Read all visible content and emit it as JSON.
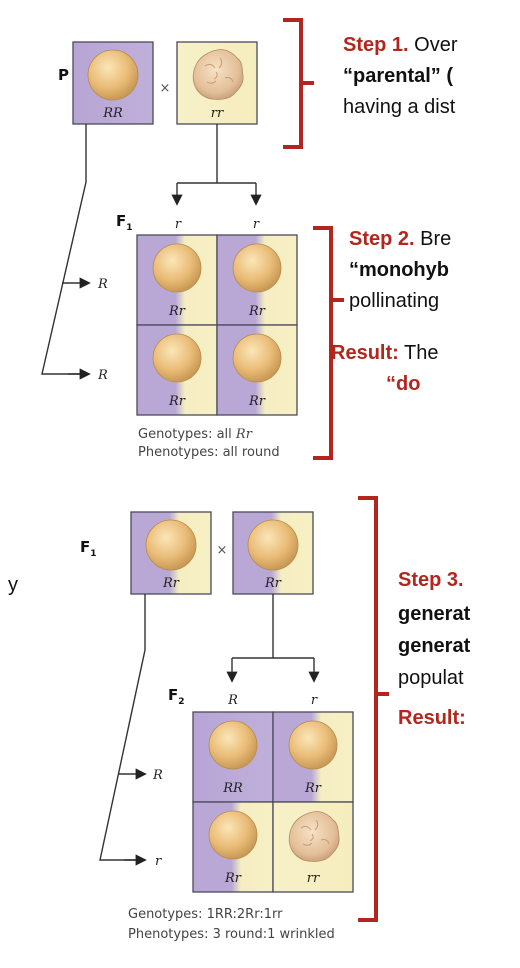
{
  "diagram": {
    "section1": {
      "p_label": "P",
      "parent_left_genotype": "RR",
      "cross_symbol": "×",
      "parent_right_genotype": "rr",
      "f1_label": "F",
      "f1_sub": "1",
      "gamete_left": "r",
      "gamete_right": "r",
      "row_allele_1": "R",
      "row_allele_2": "R",
      "cells": [
        "Rr",
        "Rr",
        "Rr",
        "Rr"
      ],
      "genotypes_label": "Genotypes: all ",
      "genotypes_value": "Rr",
      "phenotypes_text": "Phenotypes: all round"
    },
    "section2": {
      "f1_label": "F",
      "f1_sub": "1",
      "cross_symbol": "×",
      "parent_left_genotype": "Rr",
      "parent_right_genotype": "Rr",
      "f2_label": "F",
      "f2_sub": "2",
      "gamete_left": "R",
      "gamete_right": "r",
      "row_allele_1": "R",
      "row_allele_2": "r",
      "cells": [
        "RR",
        "Rr",
        "Rr",
        "rr"
      ],
      "genotypes_text": "Genotypes: 1RR:2Rr:1rr",
      "phenotypes_text": "Phenotypes: 3 round:1 wrinkled"
    }
  },
  "text_panels": {
    "step1": {
      "title": "Step 1.",
      "line1": "Over",
      "line2_bold": "“parental” (",
      "line3": "having a dist"
    },
    "step2": {
      "title": "Step 2.",
      "line1": "Bre",
      "line2_bold": "“monohyb",
      "line3": "pollinating",
      "result_label": "Result:",
      "result_text": "The",
      "result_line2": "“do"
    },
    "left_fragment": "y",
    "step3": {
      "title": "Step 3.",
      "line2_bold": "generat",
      "line3_bold": "generat",
      "line4": "populat",
      "result_label": "Result:"
    }
  },
  "colors": {
    "purple": "#b5a4d3",
    "yellow": "#f7f0c0",
    "red_bracket": "#b3261e",
    "pea_smooth": "#ecc27f",
    "pea_wrinkled": "#e6c7a6",
    "box_border": "#4a4a5a"
  }
}
